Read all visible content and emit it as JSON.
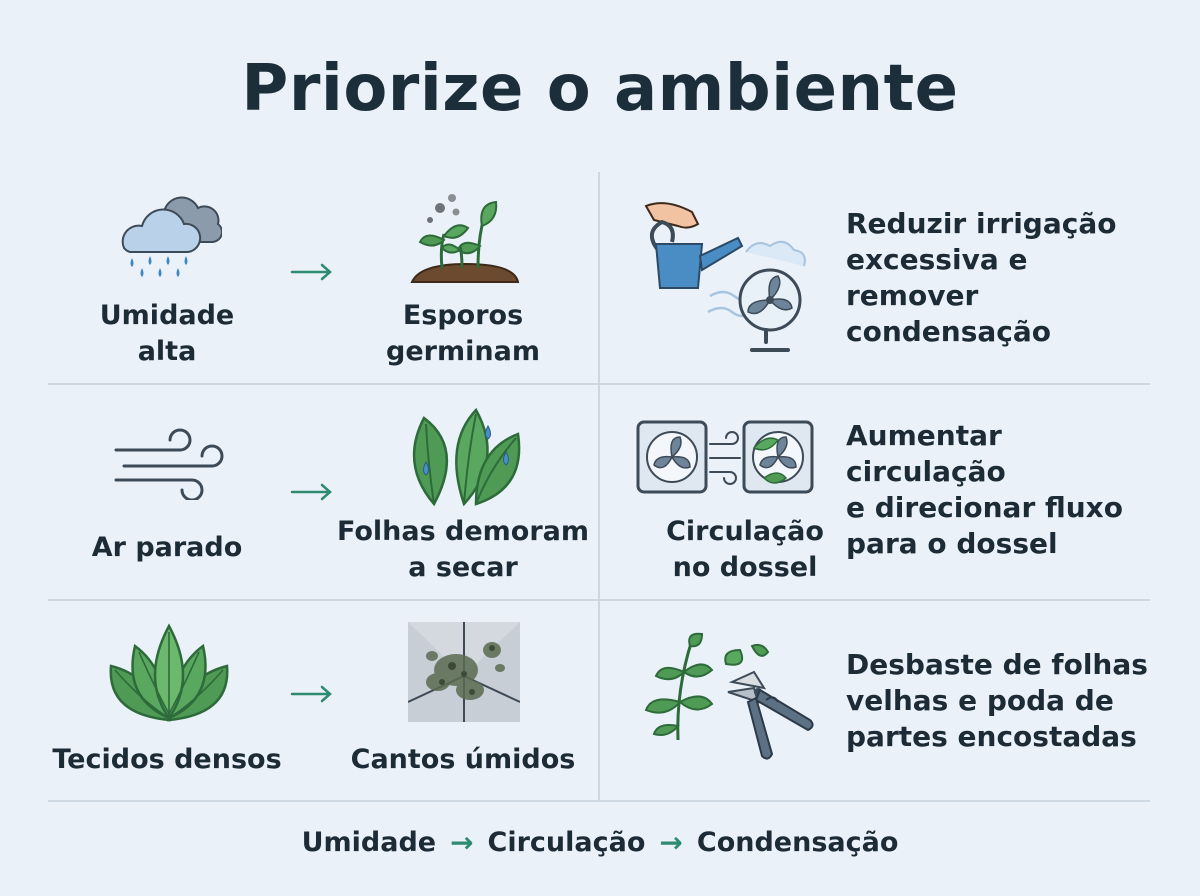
{
  "title": "Priorize o ambiente",
  "rows": [
    {
      "cause": {
        "label_lines": [
          "Umidade",
          "alta"
        ],
        "icon": "rain-cloud-icon"
      },
      "effect": {
        "label_lines": [
          "Esporos",
          "germinam"
        ],
        "icon": "sprouting-spores-icon"
      },
      "solution": {
        "icons": [
          "watering-can-icon",
          "fan-icon"
        ]
      },
      "action_lines": [
        "Reduzir irrigação",
        "excessiva e",
        "remover",
        "condensação"
      ]
    },
    {
      "cause": {
        "label_lines": [
          "Ar parado"
        ],
        "icon": "still-air-icon"
      },
      "effect": {
        "label_lines": [
          "Folhas demoram",
          "a secar"
        ],
        "icon": "wet-leaves-icon"
      },
      "solution": {
        "label_lines": [
          "Circulação",
          "no dossel"
        ],
        "icons": [
          "exhaust-fans-icon"
        ]
      },
      "action_lines": [
        "Aumentar",
        "circulação",
        "e direcionar fluxo",
        "para o dossel"
      ]
    },
    {
      "cause": {
        "label_lines": [
          "Tecidos densos"
        ],
        "icon": "dense-foliage-icon"
      },
      "effect": {
        "label_lines": [
          "Cantos úmidos"
        ],
        "icon": "moldy-corner-icon"
      },
      "solution": {
        "icons": [
          "plant-branch-icon",
          "pruning-shears-icon"
        ]
      },
      "action_lines": [
        "Desbaste de folhas",
        "velhas e poda de",
        "partes encostadas"
      ]
    }
  ],
  "arrow_glyph": "→",
  "footer": {
    "items": [
      "Umidade",
      "Circulação",
      "Condensação"
    ],
    "separator": "→"
  },
  "colors": {
    "background": "#eaf1f8",
    "divider": "#cdd8e3",
    "arrow": "#2f8a72",
    "leaf": "#4f9a55",
    "leaf_dark": "#2e6b3a",
    "water": "#4a90c8",
    "text": "#1c2b36"
  }
}
